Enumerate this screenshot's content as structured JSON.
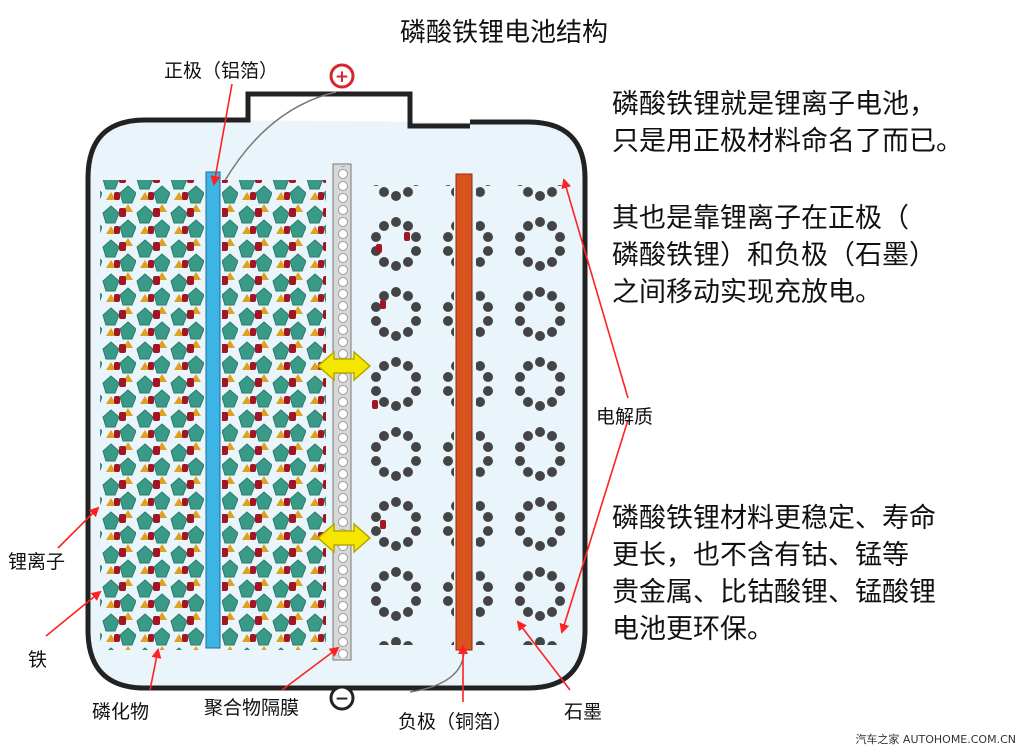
{
  "title": "磷酸铁锂电池结构",
  "labels": {
    "positive_electrode": "正极（铝箔）",
    "negative_electrode": "负极（铜箔）",
    "electrolyte": "电解质",
    "lithium_ion": "锂离子",
    "iron": "铁",
    "phosphate": "磷化物",
    "separator": "聚合物隔膜",
    "graphite": "石墨"
  },
  "notes": [
    [
      "磷酸铁锂就是锂离子电池，",
      "只是用正极材料命名了而已。"
    ],
    [
      "其也是靠锂离子在正极（",
      "磷酸铁锂）和负极（石墨）",
      "之间移动实现充放电。"
    ],
    [
      "磷酸铁锂材料更稳定、寿命",
      "更长，也不含有钴、锰等",
      "贵金属、比钴酸锂、锰酸锂",
      "电池更环保。"
    ]
  ],
  "terminals": {
    "positive": "+",
    "negative": "−"
  },
  "watermark": "汽车之家  AUTOHOME.COM.CN",
  "colors": {
    "aluminum_foil": "#3db4e6",
    "copper_foil": "#d9531e",
    "crystal": "#3a9a88",
    "lithium": "#a31525",
    "phosphate": "#e0a020",
    "graphite": "#444444",
    "arrow": "#ff2222",
    "double_arrow": "#f5e600"
  }
}
